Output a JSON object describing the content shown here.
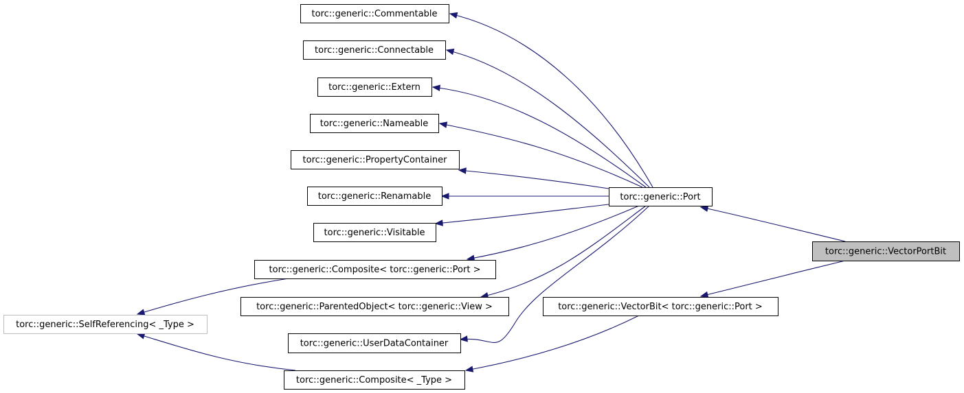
{
  "diagram": {
    "type": "inheritance-graph",
    "colors": {
      "edge": "#191970",
      "current_node_fill": "#bfbfbf",
      "external_node_border": "#bfbfbf",
      "node_border": "#000000"
    },
    "nodes": [
      {
        "id": "commentable",
        "label": "torc::generic::Commentable",
        "style": "normal"
      },
      {
        "id": "connectable",
        "label": "torc::generic::Connectable",
        "style": "normal"
      },
      {
        "id": "extern",
        "label": "torc::generic::Extern",
        "style": "normal"
      },
      {
        "id": "nameable",
        "label": "torc::generic::Nameable",
        "style": "normal"
      },
      {
        "id": "propertycontainer",
        "label": "torc::generic::PropertyContainer",
        "style": "normal"
      },
      {
        "id": "renamable",
        "label": "torc::generic::Renamable",
        "style": "normal"
      },
      {
        "id": "visitable",
        "label": "torc::generic::Visitable",
        "style": "normal"
      },
      {
        "id": "composite-port",
        "label": "torc::generic::Composite< torc::generic::Port >",
        "style": "normal"
      },
      {
        "id": "parentedobject-view",
        "label": "torc::generic::ParentedObject< torc::generic::View >",
        "style": "normal"
      },
      {
        "id": "selfreferencing",
        "label": "torc::generic::SelfReferencing< _Type >",
        "style": "external"
      },
      {
        "id": "userdatacontainer",
        "label": "torc::generic::UserDataContainer",
        "style": "normal"
      },
      {
        "id": "composite-type",
        "label": "torc::generic::Composite< _Type >",
        "style": "normal"
      },
      {
        "id": "port",
        "label": "torc::generic::Port",
        "style": "normal"
      },
      {
        "id": "vectorbit-port",
        "label": "torc::generic::VectorBit< torc::generic::Port >",
        "style": "normal"
      },
      {
        "id": "vectorportbit",
        "label": "torc::generic::VectorPortBit",
        "style": "current"
      }
    ],
    "edges": [
      {
        "from": "port",
        "to": "commentable"
      },
      {
        "from": "port",
        "to": "connectable"
      },
      {
        "from": "port",
        "to": "extern"
      },
      {
        "from": "port",
        "to": "nameable"
      },
      {
        "from": "port",
        "to": "propertycontainer"
      },
      {
        "from": "port",
        "to": "renamable"
      },
      {
        "from": "port",
        "to": "visitable"
      },
      {
        "from": "port",
        "to": "composite-port"
      },
      {
        "from": "port",
        "to": "parentedobject-view"
      },
      {
        "from": "port",
        "to": "userdatacontainer"
      },
      {
        "from": "composite-port",
        "to": "selfreferencing"
      },
      {
        "from": "composite-type",
        "to": "selfreferencing"
      },
      {
        "from": "vectorbit-port",
        "to": "composite-type"
      },
      {
        "from": "vectorportbit",
        "to": "port"
      },
      {
        "from": "vectorportbit",
        "to": "vectorbit-port"
      }
    ]
  }
}
